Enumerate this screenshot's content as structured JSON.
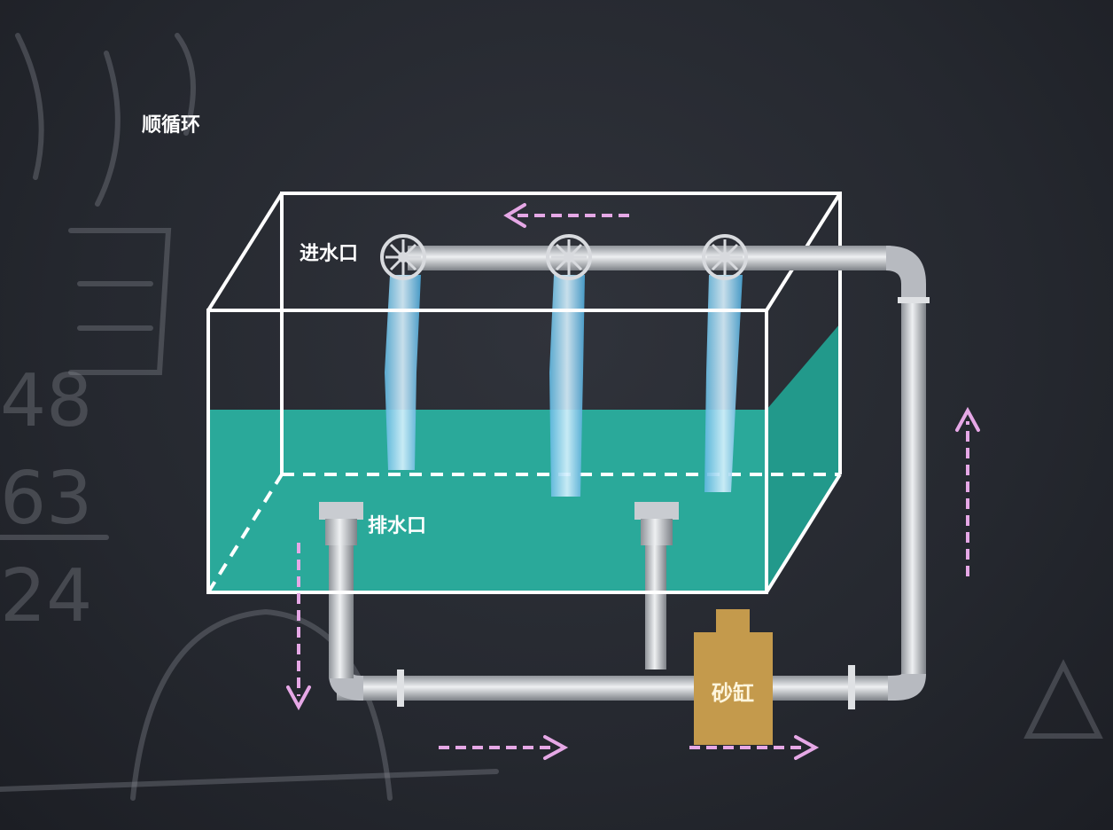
{
  "title": "顺循环",
  "labels": {
    "inlet": "进水口",
    "outlet": "排水口",
    "sand_tank": "砂缸"
  },
  "chalk_background": {
    "numbers": [
      "48",
      "63",
      "24"
    ]
  },
  "colors": {
    "water": "#2aa99a",
    "pipe": "#c9ccd1",
    "tank": "#c49a4c",
    "arrow": "#e6a8e6",
    "tank_outline": "#ffffff"
  }
}
